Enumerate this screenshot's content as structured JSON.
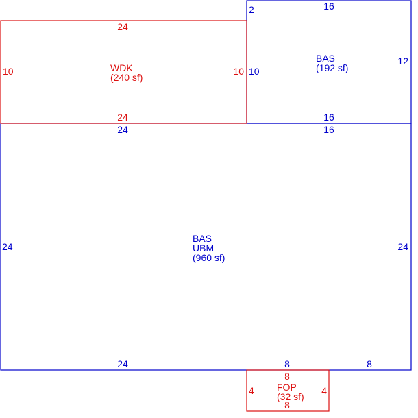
{
  "colors": {
    "blue": "#0000cc",
    "red": "#dd1111"
  },
  "areas": {
    "wdk": {
      "code": "WDK",
      "size": "(240 sf)"
    },
    "bas_upper": {
      "code": "BAS",
      "size": "(192 sf)"
    },
    "bas_main": {
      "code": "BAS",
      "code2": "UBM",
      "size": "(960 sf)"
    },
    "fop": {
      "code": "FOP",
      "size": "(32 sf)"
    }
  },
  "dims": {
    "wdk": {
      "top": "24",
      "bottom": "24",
      "left": "10",
      "right": "10"
    },
    "bas_upper": {
      "corner": "2",
      "top": "16",
      "bottom": "16",
      "left": "10",
      "right": "12"
    },
    "bas_main": {
      "top_left": "24",
      "top_right": "16",
      "left": "24",
      "right": "24",
      "bottom_left": "24",
      "bottom_mid": "8",
      "bottom_right": "8"
    },
    "fop": {
      "top": "8",
      "bottom": "8",
      "left": "4",
      "right": "4"
    }
  }
}
